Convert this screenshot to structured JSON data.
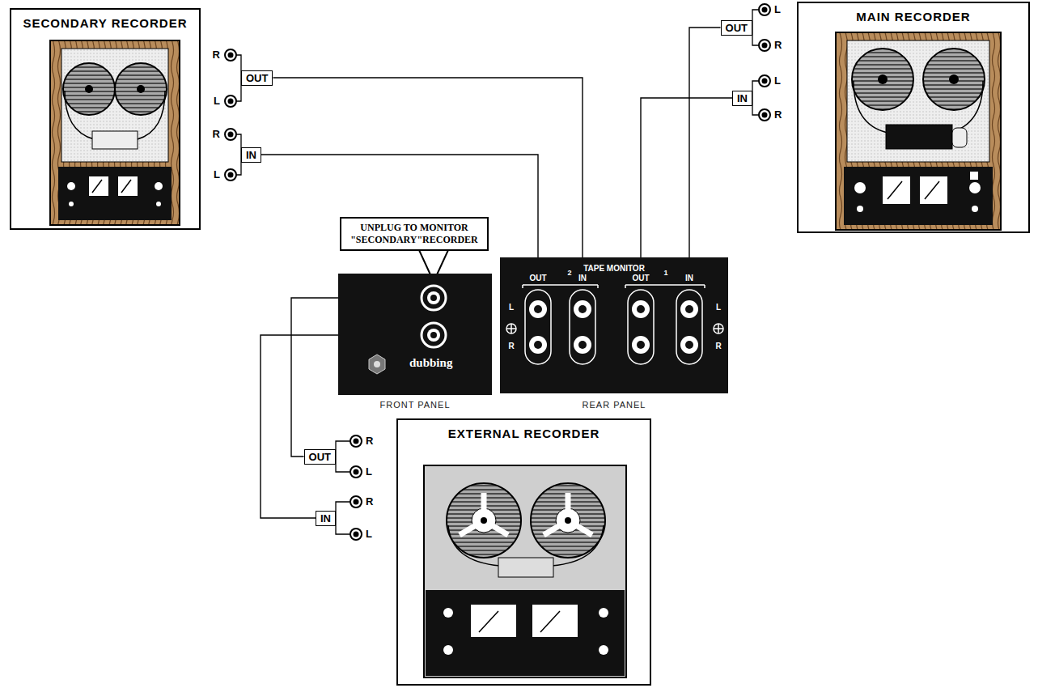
{
  "diagram": {
    "nodes": [
      {
        "text": [
          "SECONDARY RECORDER"
        ]
      },
      {
        "text": [
          "OUT"
        ]
      },
      {
        "text": [
          "IN"
        ]
      },
      {
        "text": [
          "MAIN RECORDER"
        ]
      },
      {
        "text": [
          "OUT"
        ]
      },
      {
        "text": [
          "IN"
        ]
      },
      {
        "text": [
          "UNPLUG TO MONITOR \"SECONDARY\"RECORDER"
        ]
      },
      {
        "text": [
          "dubbing",
          "FRONT PANEL"
        ]
      },
      {
        "text": [
          "TAPE MONITOR",
          "OUT",
          "2",
          "IN",
          "OUT",
          "1",
          "IN",
          "L",
          "R",
          "L",
          "R",
          "REAR PANEL"
        ]
      },
      {
        "text": [
          "EXTERNAL RECORDER"
        ]
      },
      {
        "text": [
          "OUT"
        ]
      },
      {
        "text": [
          "IN"
        ]
      }
    ],
    "edges": [
      {
        "from": 1,
        "to": 8,
        "arrow": "none"
      },
      {
        "from": 2,
        "to": 8,
        "arrow": "none"
      },
      {
        "from": 4,
        "to": 8,
        "arrow": "none"
      },
      {
        "from": 5,
        "to": 8,
        "arrow": "none"
      },
      {
        "from": 10,
        "to": 7,
        "arrow": "none"
      },
      {
        "from": 11,
        "to": 7,
        "arrow": "none"
      }
    ],
    "labels": [
      "R",
      "L",
      "R",
      "L",
      "L",
      "R",
      "L",
      "R",
      "R",
      "L",
      "R",
      "L"
    ]
  }
}
